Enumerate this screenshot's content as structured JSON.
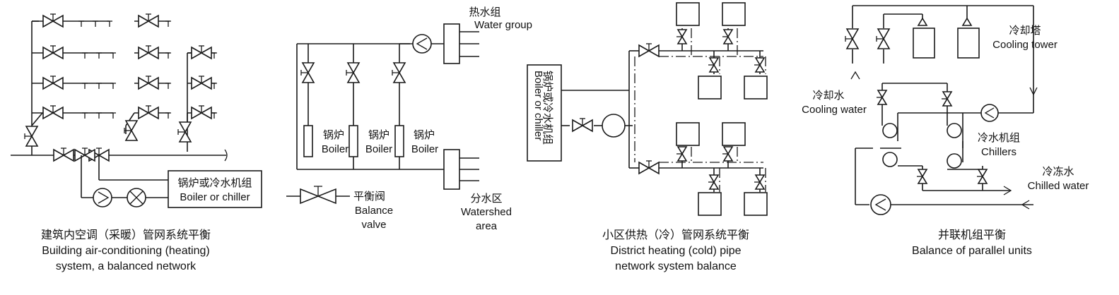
{
  "diagram1": {
    "caption_cn": "建筑内空调（采暖）管网系统平衡",
    "caption_en1": "Building air-conditioning (heating)",
    "caption_en2": "system, a balanced network",
    "box_cn": "锅炉或冷水机组",
    "box_en": "Boiler or chiller"
  },
  "diagram2": {
    "water_group_cn": "热水组",
    "water_group_en": "Water group",
    "boiler_cn": "锅炉",
    "boiler_en": "Boiler",
    "balance_valve_cn": "平衡阀",
    "balance_valve_en1": "Balance",
    "balance_valve_en2": "valve",
    "watershed_cn": "分水区",
    "watershed_en1": "Watershed",
    "watershed_en2": "area"
  },
  "diagram3": {
    "box_label_cn": "锅炉或冷水机组",
    "box_label_en": "Boiler or chiller",
    "caption_cn": "小区供热（冷）管网系统平衡",
    "caption_en1": "District heating (cold) pipe",
    "caption_en2": "network system balance"
  },
  "diagram4": {
    "cooling_tower_cn": "冷却塔",
    "cooling_tower_en": "Cooling tower",
    "cooling_water_cn": "冷却水",
    "cooling_water_en": "Cooling water",
    "chillers_cn": "冷水机组",
    "chillers_en": "Chillers",
    "chilled_water_cn": "冷冻水",
    "chilled_water_en": "Chilled water",
    "caption_cn": "并联机组平衡",
    "caption_en": "Balance of parallel units"
  }
}
